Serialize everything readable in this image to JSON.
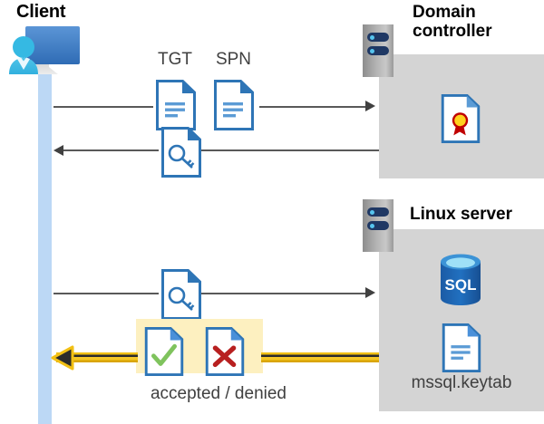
{
  "diagram": {
    "title_client": "Client",
    "nodes": {
      "client": {
        "label": "Client",
        "icon": "user-computer-icon"
      },
      "domain_controller": {
        "label_line1": "Domain",
        "label_line2": "controller",
        "icon": "server-rack-icon"
      },
      "linux_server": {
        "label_line1": "Linux server",
        "label_line2": "",
        "icon": "server-rack-icon"
      }
    },
    "messages": [
      {
        "id": "m1",
        "labels": [
          "TGT",
          "SPN"
        ],
        "direction": "right",
        "from": "client",
        "to": "domain_controller"
      },
      {
        "id": "m2",
        "labels": [],
        "direction": "left",
        "from": "domain_controller",
        "to": "client",
        "icon": "key-document-icon"
      },
      {
        "id": "m3",
        "labels": [],
        "direction": "right",
        "from": "client",
        "to": "linux_server",
        "icon": "key-document-icon"
      },
      {
        "id": "m4",
        "labels": [],
        "direction": "left",
        "from": "linux_server",
        "to": "client",
        "highlight": true
      }
    ],
    "labels": {
      "tgt": "TGT",
      "spn": "SPN",
      "accepted_denied": "accepted / denied",
      "keytab": "mssql.keytab",
      "sql": "SQL"
    },
    "assets": {
      "certificate": "certificate-document-icon",
      "database": "sql-database-icon",
      "keytab_doc": "text-document-icon",
      "accepted_doc": "check-document-icon",
      "denied_doc": "cross-document-icon"
    },
    "colors": {
      "lifeline": "#bcd8f5",
      "panel": "#d4d4d4",
      "highlight": "#fdf0c0",
      "arrow_gray": "#595959",
      "arrow_yellow": "#f2c014",
      "doc_blue": "#2e75b6",
      "accept_green": "#70ad47",
      "deny_red": "#c00000",
      "sql_blue": "#1f5fa9"
    }
  }
}
